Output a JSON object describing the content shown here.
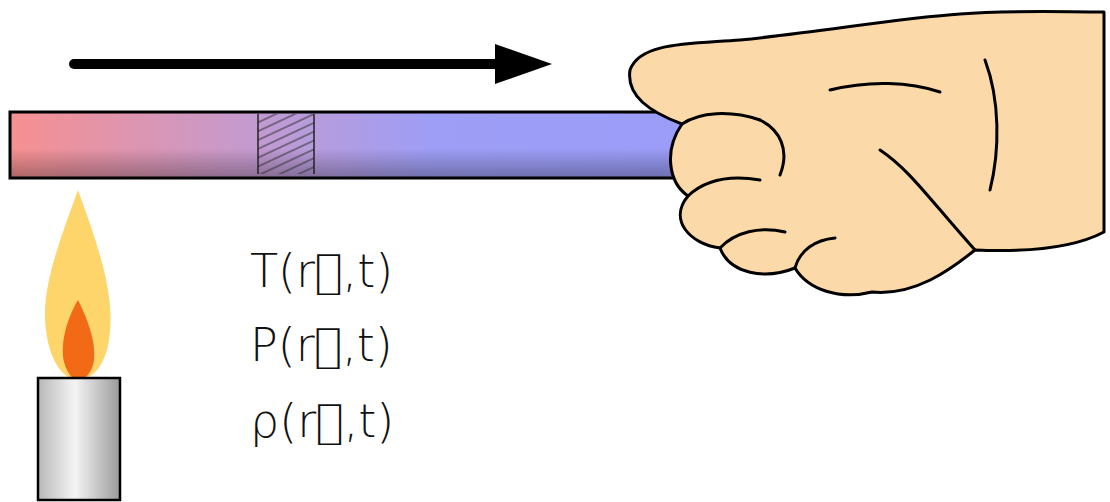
{
  "diagram": {
    "labels": [
      "T(r⃗,t)",
      "P(r⃗,t)",
      "ρ(r⃗,t)"
    ]
  }
}
